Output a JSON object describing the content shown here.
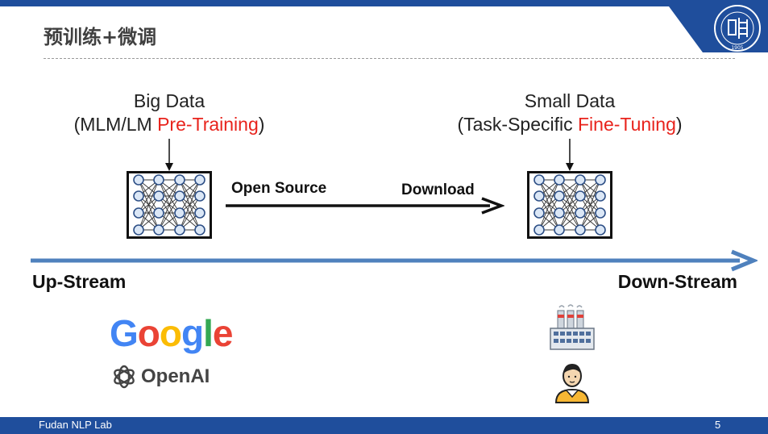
{
  "slide": {
    "title": "预训练+微调",
    "footer_left": "Fudan NLP Lab",
    "page_number": "5"
  },
  "upstream": {
    "caption_line1": "Big Data",
    "caption_prefix": "(MLM/LM ",
    "caption_highlight": "Pre-Training",
    "caption_suffix": ")",
    "stream_label": "Up-Stream"
  },
  "downstream": {
    "caption_line1": "Small Data",
    "caption_prefix": "(Task-Specific ",
    "caption_highlight": "Fine-Tuning",
    "caption_suffix": ")",
    "stream_label": "Down-Stream"
  },
  "flow": {
    "open_source_label": "Open Source",
    "download_label": "Download"
  },
  "logos": {
    "google": [
      "G",
      "o",
      "o",
      "g",
      "l",
      "e"
    ],
    "openai": "OpenAI"
  },
  "colors": {
    "brand_blue": "#1f4e9c",
    "timeline_blue": "#4f81bd",
    "highlight_red": "#e8231c",
    "google": [
      "#4285F4",
      "#EA4335",
      "#FBBC05",
      "#4285F4",
      "#34A853",
      "#EA4335"
    ]
  },
  "icons": [
    "university-seal-icon",
    "neural-network-icon",
    "google-logo",
    "openai-logo-icon",
    "factory-icon",
    "person-icon"
  ]
}
